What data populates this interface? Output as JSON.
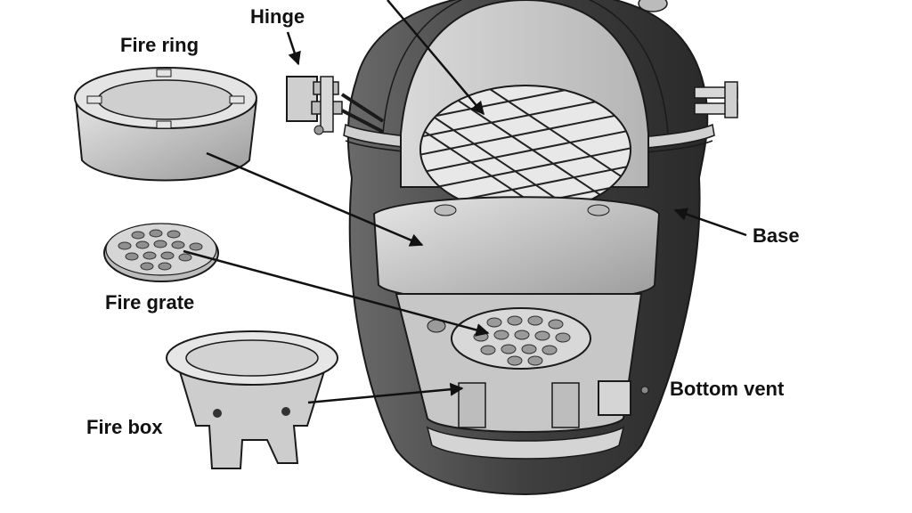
{
  "labels": {
    "hinge": "Hinge",
    "fire_ring": "Fire ring",
    "base": "Base",
    "fire_grate": "Fire grate",
    "bottom_vent": "Bottom vent",
    "fire_box": "Fire box"
  },
  "colors": {
    "background": "#ffffff",
    "outline": "#1a1a1a",
    "shell_dark": "#4a4a4a",
    "ceramic_light": "#cfcfcf",
    "ceramic_mid": "#a8a8a8"
  }
}
